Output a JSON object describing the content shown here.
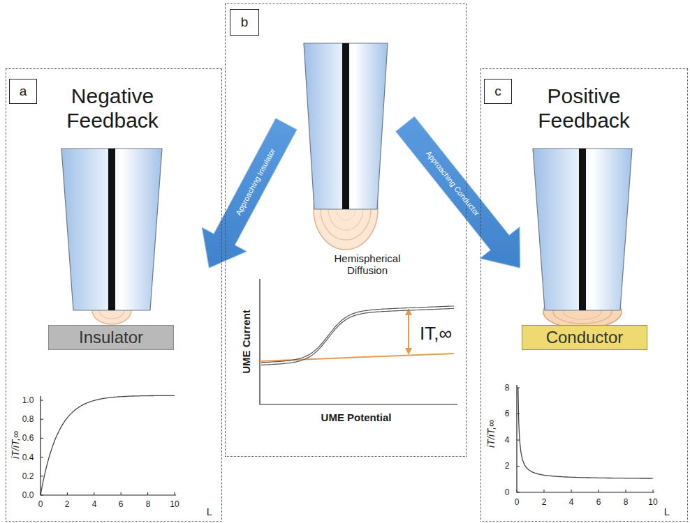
{
  "diagram": {
    "nodes": [
      {
        "text": [
          "Negative Feedback"
        ]
      },
      {
        "text": [
          "a"
        ],
        "in": 0
      },
      {
        "text": [
          "Insulator"
        ],
        "in": 0
      },
      {
        "text": [
          "Hemispherical Diffusion"
        ]
      },
      {
        "text": [
          "b"
        ],
        "in": 3
      },
      {
        "text": [
          "Positive Feedback"
        ]
      },
      {
        "text": [
          "c"
        ],
        "in": 5
      },
      {
        "text": [
          "Conductor"
        ],
        "in": 5
      }
    ],
    "edges": [
      {
        "from": 3,
        "to": 0,
        "arrow": "to",
        "label": "Approaching Insulator"
      },
      {
        "from": 3,
        "to": 5,
        "arrow": "to",
        "label": "Approaching Conductor"
      }
    ],
    "labels": [
      "1.0",
      "0.8",
      "0.6",
      "0.4",
      "0.2",
      "0.0",
      "0",
      "2",
      "4",
      "6",
      "8",
      "10",
      "iT/iT,∞",
      "L",
      "UME Current",
      "UME Potential",
      "IT,∞",
      "8",
      "6",
      "4",
      "2",
      "0",
      "0",
      "2",
      "4",
      "6",
      "8",
      "10",
      "iT/iT,∞",
      "L"
    ]
  }
}
